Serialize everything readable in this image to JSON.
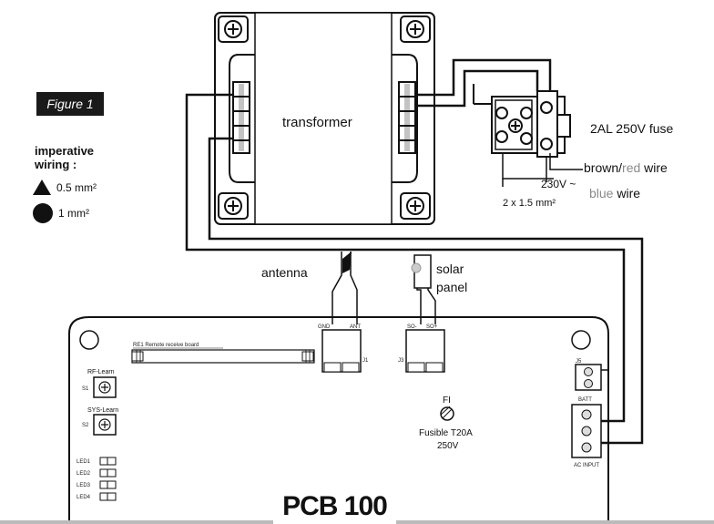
{
  "figure": {
    "tag": "Figure 1"
  },
  "legend": {
    "title_line1": "imperative",
    "title_line2": "wiring :",
    "items": [
      {
        "shape": "triangle",
        "label": "0.5 mm²"
      },
      {
        "shape": "circle",
        "label": "1 mm²"
      }
    ]
  },
  "labels": {
    "transformer": "transformer",
    "fuse": "2AL 250V fuse",
    "mains_voltage": "230V ~",
    "cable_section": "2 x 1.5 mm²",
    "brown_word": "brown/",
    "red_word": "red",
    "brown_wire_suffix": " wire",
    "blue_word": "blue",
    "blue_wire_suffix": " wire",
    "antenna": "antenna",
    "solar_line1": "solar",
    "solar_line2": "panel"
  },
  "pcb": {
    "title": "PCB 100",
    "receiver_label": "RE1 Remote receive board",
    "gnd": "GND",
    "ant": "ANT",
    "j1": "J1",
    "so_minus": "SO-",
    "so_plus": "SO+",
    "j3": "J3",
    "rf_learn": "RF-Learn",
    "s1": "S1",
    "sys_learn": "SYS-Learn",
    "s2": "S2",
    "leds": [
      "LED1",
      "LED2",
      "LED3",
      "LED4"
    ],
    "fuse_id": "FI",
    "fuse_line1": "Fusible T20A",
    "fuse_line2": "250V",
    "j5": "J5",
    "batt": "BATT",
    "ac_input": "AC INPUT"
  },
  "colors": {
    "ink": "#111111",
    "gray_text": "#8a8a8a",
    "figure_tag_bg": "#1a1a1a"
  }
}
